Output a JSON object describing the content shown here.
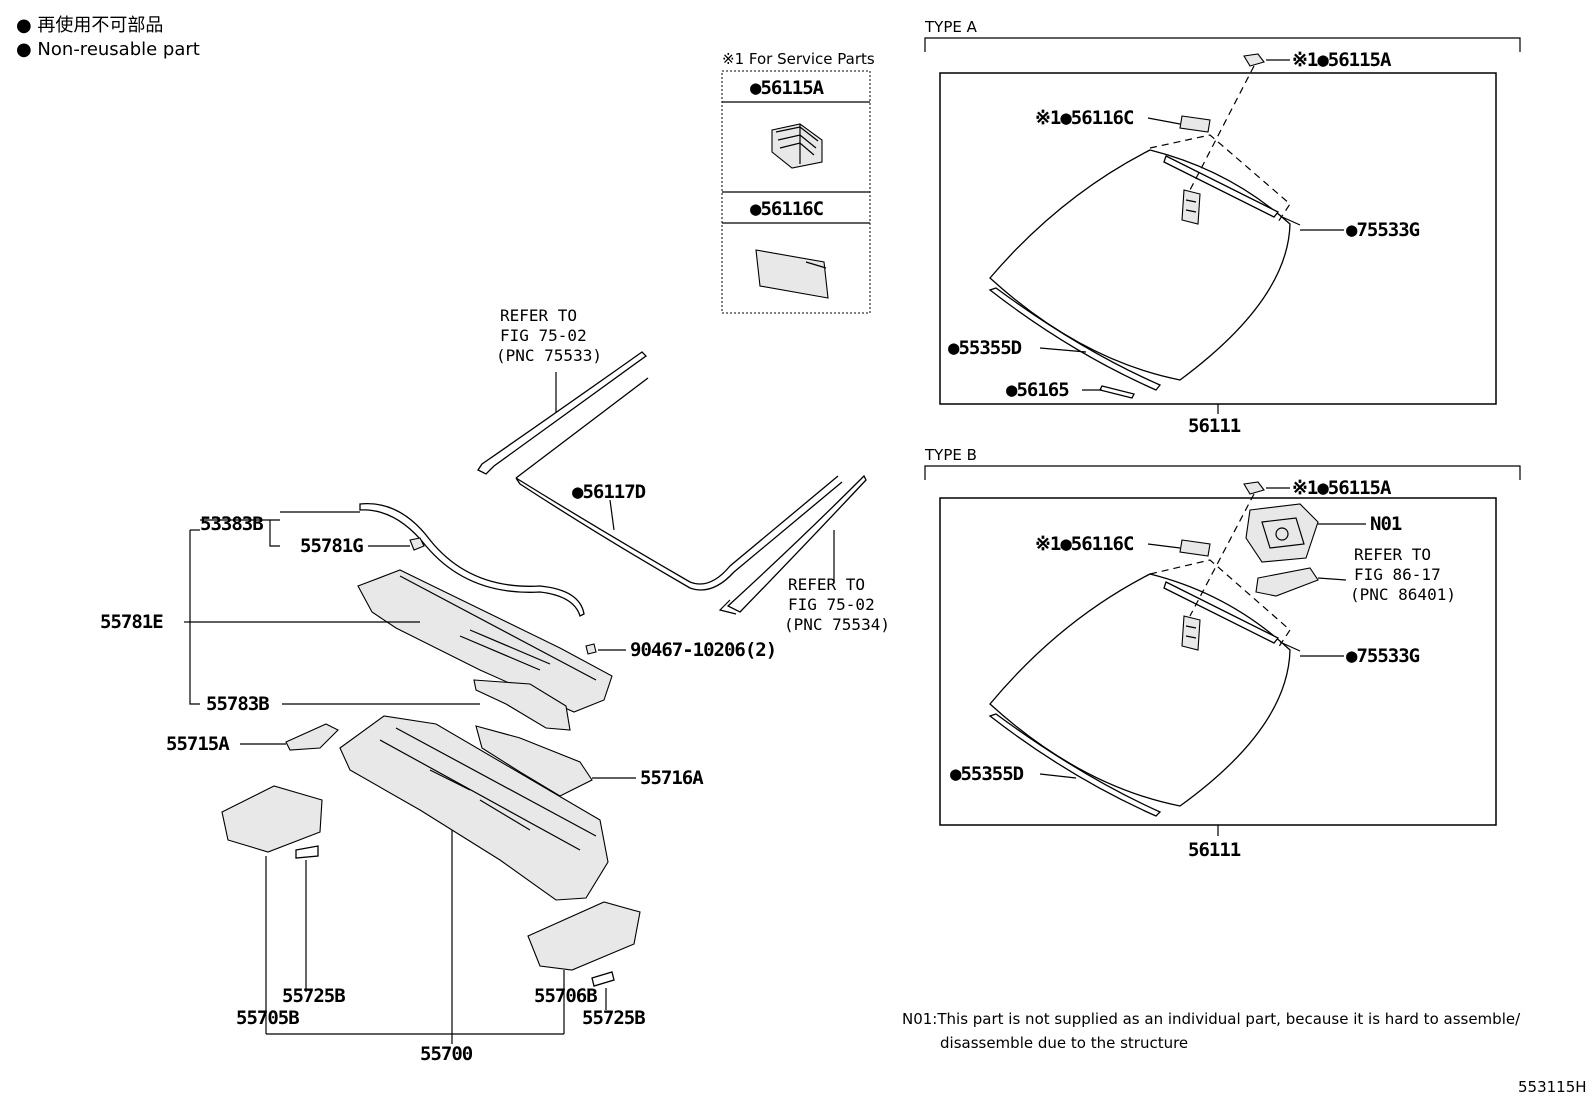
{
  "legend": {
    "line1": "● 再使用不可部品",
    "line2": "● Non-reusable part"
  },
  "service_parts": {
    "header": "※1 For Service Parts",
    "part1": "●56115A",
    "part2": "●56116C"
  },
  "type_a": {
    "label": "TYPE A",
    "callouts": {
      "p56115a": "※1●56115A",
      "p56116c": "※1●56116C",
      "p75533g": "●75533G",
      "p55355d": "●55355D",
      "p56165": "●56165",
      "p56111": "56111"
    }
  },
  "type_b": {
    "label": "TYPE B",
    "callouts": {
      "p56115a": "※1●56115A",
      "p56116c": "※1●56116C",
      "n01": "N01",
      "ref1": "REFER TO",
      "ref2": "FIG 86-17",
      "ref3": "(PNC 86401)",
      "p75533g": "●75533G",
      "p55355d": "●55355D",
      "p56111": "56111"
    }
  },
  "main": {
    "ref_top": {
      "l1": "REFER TO",
      "l2": "FIG 75-02",
      "l3": "(PNC 75533)"
    },
    "ref_side": {
      "l1": "REFER TO",
      "l2": "FIG 75-02",
      "l3": "(PNC 75534)"
    },
    "callouts": {
      "p56117d": "●56117D",
      "p53383b": "53383B",
      "p55781g": "55781G",
      "p55781e": "55781E",
      "p90467": "90467-10206(2)",
      "p55783b": "55783B",
      "p55715a": "55715A",
      "p55716a": "55716A",
      "p55725b_l": "55725B",
      "p55705b": "55705B",
      "p55706b": "55706B",
      "p55725b_r": "55725B",
      "p55700": "55700"
    }
  },
  "note": {
    "line1": "N01:This part is not supplied as an individual part, because it is hard to assemble/",
    "line2": "disassemble due to the structure"
  },
  "illustration_id": "553115H"
}
